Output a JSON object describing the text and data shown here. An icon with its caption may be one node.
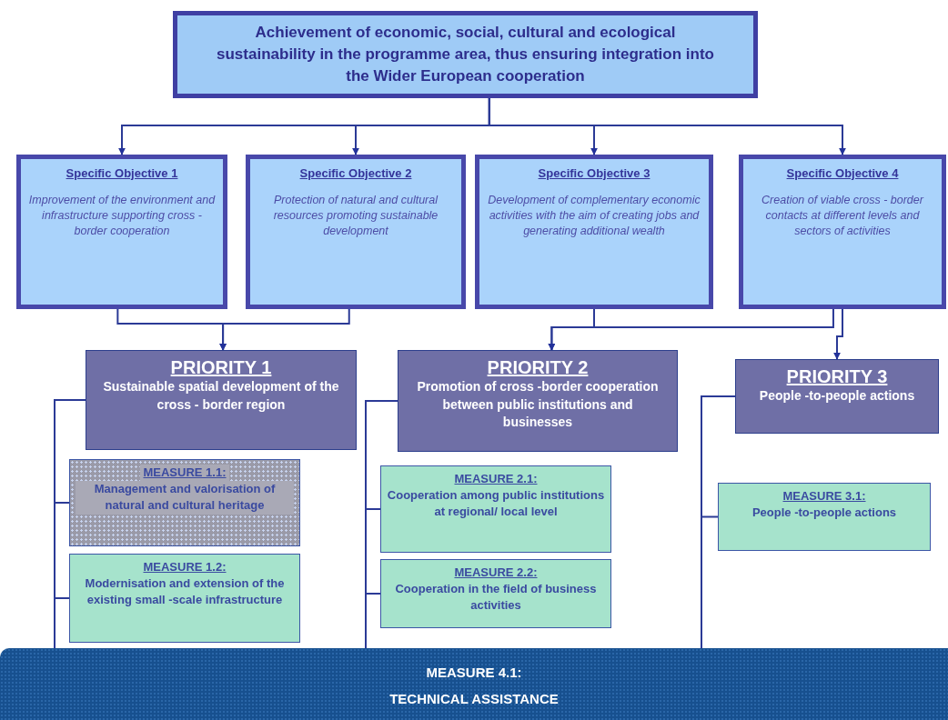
{
  "diagram": {
    "nodes": [
      {
        "text": [
          "Achievement of economic, social, cultural and ecological sustainability in the programme area, thus ensuring integration into the Wider European cooperation"
        ]
      },
      {
        "text": [
          "Specific Objective 1",
          "Improvement of the environment and infrastructure supporting cross -border cooperation"
        ]
      },
      {
        "text": [
          "Specific Objective 2",
          "Protection of natural and cultural resources promoting sustainable development"
        ]
      },
      {
        "text": [
          "Specific Objective 3",
          "Development of complementary economic activities with the aim of creating jobs and generating additional wealth"
        ]
      },
      {
        "text": [
          "Specific Objective 4",
          "Creation of viable cross - border contacts at different levels and sectors of activities"
        ]
      },
      {
        "text": [
          "PRIORITY 1",
          "Sustainable spatial development of the cross - border region"
        ]
      },
      {
        "text": [
          "PRIORITY 2",
          "Promotion of cross -border cooperation between public institutions and businesses"
        ]
      },
      {
        "text": [
          "PRIORITY 3",
          "People -to-people actions"
        ]
      },
      {
        "text": [
          "MEASURE 1.1:",
          "Management and valorisation of natural and cultural heritage"
        ]
      },
      {
        "text": [
          "MEASURE 1.2:",
          "Modernisation and extension of the existing small -scale infrastructure"
        ]
      },
      {
        "text": [
          "MEASURE 2.1:",
          "Cooperation among public institutions at regional/ local level"
        ]
      },
      {
        "text": [
          "MEASURE 2.2:",
          "Cooperation in the field of business activities"
        ]
      },
      {
        "text": [
          "MEASURE 3.1:",
          "People -to-people actions"
        ]
      },
      {
        "text": [
          "MEASURE 4.1:",
          "TECHNICAL ASSISTANCE"
        ]
      }
    ],
    "edges": [
      {
        "from": 0,
        "to": 1,
        "arrow": "to"
      },
      {
        "from": 0,
        "to": 2,
        "arrow": "to"
      },
      {
        "from": 0,
        "to": 3,
        "arrow": "to"
      },
      {
        "from": 0,
        "to": 4,
        "arrow": "to"
      },
      {
        "from": 1,
        "to": 5,
        "arrow": "to"
      },
      {
        "from": 2,
        "to": 5,
        "arrow": "to"
      },
      {
        "from": 3,
        "to": 6,
        "arrow": "to"
      },
      {
        "from": 4,
        "to": 6,
        "arrow": "to"
      },
      {
        "from": 4,
        "to": 7,
        "arrow": "to"
      },
      {
        "from": 5,
        "to": 8,
        "arrow": "none"
      },
      {
        "from": 5,
        "to": 9,
        "arrow": "none"
      },
      {
        "from": 5,
        "to": 13,
        "arrow": "none"
      },
      {
        "from": 6,
        "to": 10,
        "arrow": "none"
      },
      {
        "from": 6,
        "to": 11,
        "arrow": "none"
      },
      {
        "from": 6,
        "to": 13,
        "arrow": "none"
      },
      {
        "from": 7,
        "to": 12,
        "arrow": "none"
      },
      {
        "from": 7,
        "to": 13,
        "arrow": "none"
      }
    ]
  }
}
